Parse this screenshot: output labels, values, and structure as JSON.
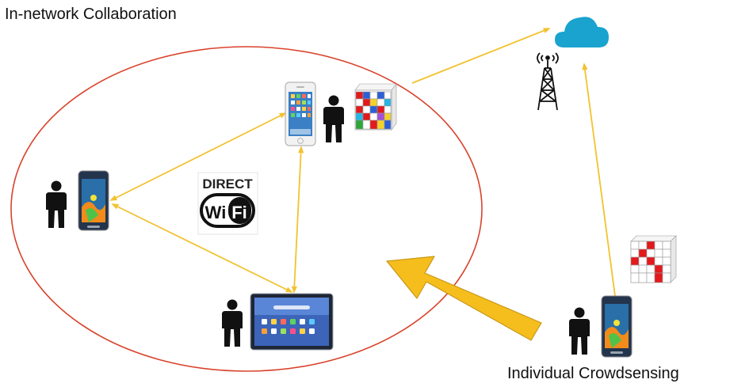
{
  "labels": {
    "collaboration": "In-network Collaboration",
    "crowdsensing": "Individual Crowdsensing"
  },
  "wifi_direct": {
    "top_text": "DIRECT",
    "brand_wi": "Wi",
    "brand_fi": "Fi"
  },
  "colors": {
    "ellipse": "#d9432b",
    "link": "#f2c230",
    "big_arrow": "#f5be1c",
    "big_arrow_edge": "#c9981a",
    "cloud": "#1aa3cf",
    "person": "#111111",
    "matrix_red": "#e3191c"
  },
  "icons": {
    "cloud": "cloud-icon",
    "tower": "cell-tower-icon",
    "person": "person-icon",
    "phone": "smartphone-icon",
    "tablet": "tablet-icon",
    "matrix": "data-matrix-icon",
    "wifi": "wifi-direct-icon"
  }
}
